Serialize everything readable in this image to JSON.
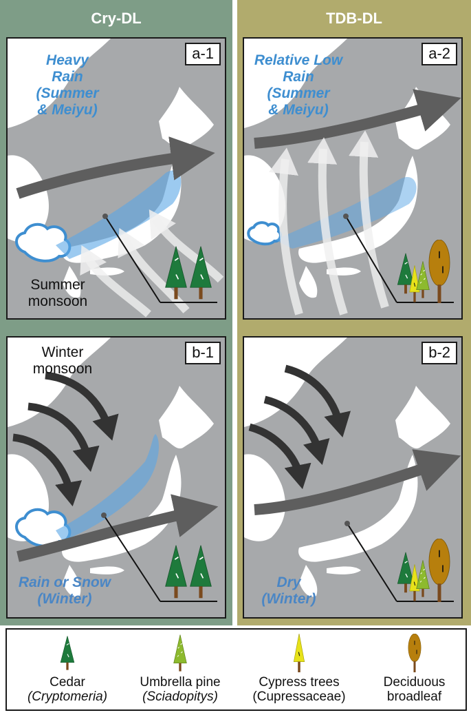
{
  "columns": {
    "left_title": "Cry-DL",
    "right_title": "TDB-DL"
  },
  "panels": {
    "a1": {
      "label": "a-1",
      "rain_line1": "Heavy",
      "rain_line2": "Rain",
      "rain_line3": "(Summer",
      "rain_line4": "& Meiyu)",
      "monsoon_line1": "Summer",
      "monsoon_line2": "monsoon"
    },
    "a2": {
      "label": "a-2",
      "rain_line1": "Relative Low",
      "rain_line2": "Rain",
      "rain_line3": "(Summer",
      "rain_line4": "& Meiyu)"
    },
    "b1": {
      "label": "b-1",
      "monsoon_line1": "Winter",
      "monsoon_line2": "monsoon",
      "precip_line1": "Rain or Snow",
      "precip_line2": "(Winter)"
    },
    "b2": {
      "label": "b-2",
      "precip_line1": "Dry",
      "precip_line2": "(Winter)"
    }
  },
  "legend": {
    "cedar_name": "Cedar",
    "cedar_latin": "(Cryptomeria)",
    "umbrella_name": "Umbrella pine",
    "umbrella_latin": "(Sciadopitys)",
    "cypress_name": "Cypress trees",
    "cypress_family": "(Cupressaceae)",
    "deciduous_line1": "Deciduous",
    "deciduous_line2": "broadleaf"
  },
  "colors": {
    "cry_bg": "#7e9d87",
    "tdb_bg": "#b1ab6d",
    "rain_blue": "#3e8ed0",
    "cedar_green": "#1e7a3c",
    "umbrella_green": "#8dba2e",
    "cypress_yellow": "#e7e21a",
    "deciduous_brown": "#b77f0d"
  }
}
